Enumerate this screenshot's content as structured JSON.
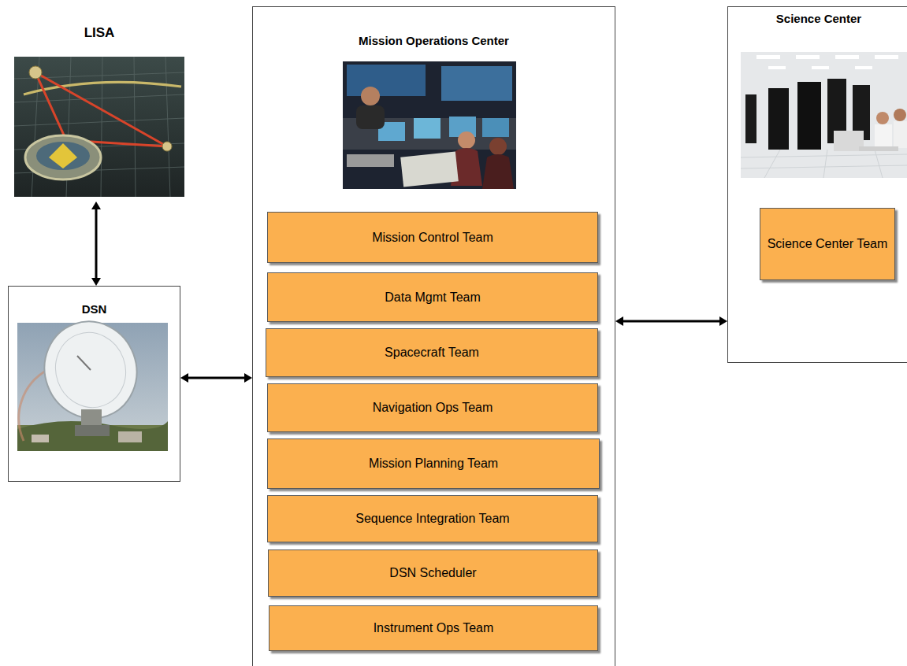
{
  "diagram": {
    "nodes": [
      {
        "text": [
          "LISA"
        ]
      },
      {
        "text": [
          "DSN"
        ]
      },
      {
        "text": [
          "Mission Operations Center"
        ]
      },
      {
        "text": [
          "Mission Control Team"
        ],
        "in": 2
      },
      {
        "text": [
          "Data Mgmt Team"
        ],
        "in": 2
      },
      {
        "text": [
          "Spacecraft Team"
        ],
        "in": 2
      },
      {
        "text": [
          "Navigation Ops Team"
        ],
        "in": 2
      },
      {
        "text": [
          "Mission Planning Team"
        ],
        "in": 2
      },
      {
        "text": [
          "Sequence Integration Team"
        ],
        "in": 2
      },
      {
        "text": [
          "DSN Scheduler"
        ],
        "in": 2
      },
      {
        "text": [
          "Instrument Ops Team"
        ],
        "in": 2
      },
      {
        "text": [
          "Science Center"
        ]
      },
      {
        "text": [
          "Science Center Team"
        ],
        "in": 11
      }
    ],
    "edges": [
      {
        "from": 0,
        "to": 1,
        "arrow": "both"
      },
      {
        "from": 1,
        "to": 2,
        "arrow": "both"
      },
      {
        "from": 2,
        "to": 11,
        "arrow": "both"
      }
    ]
  }
}
